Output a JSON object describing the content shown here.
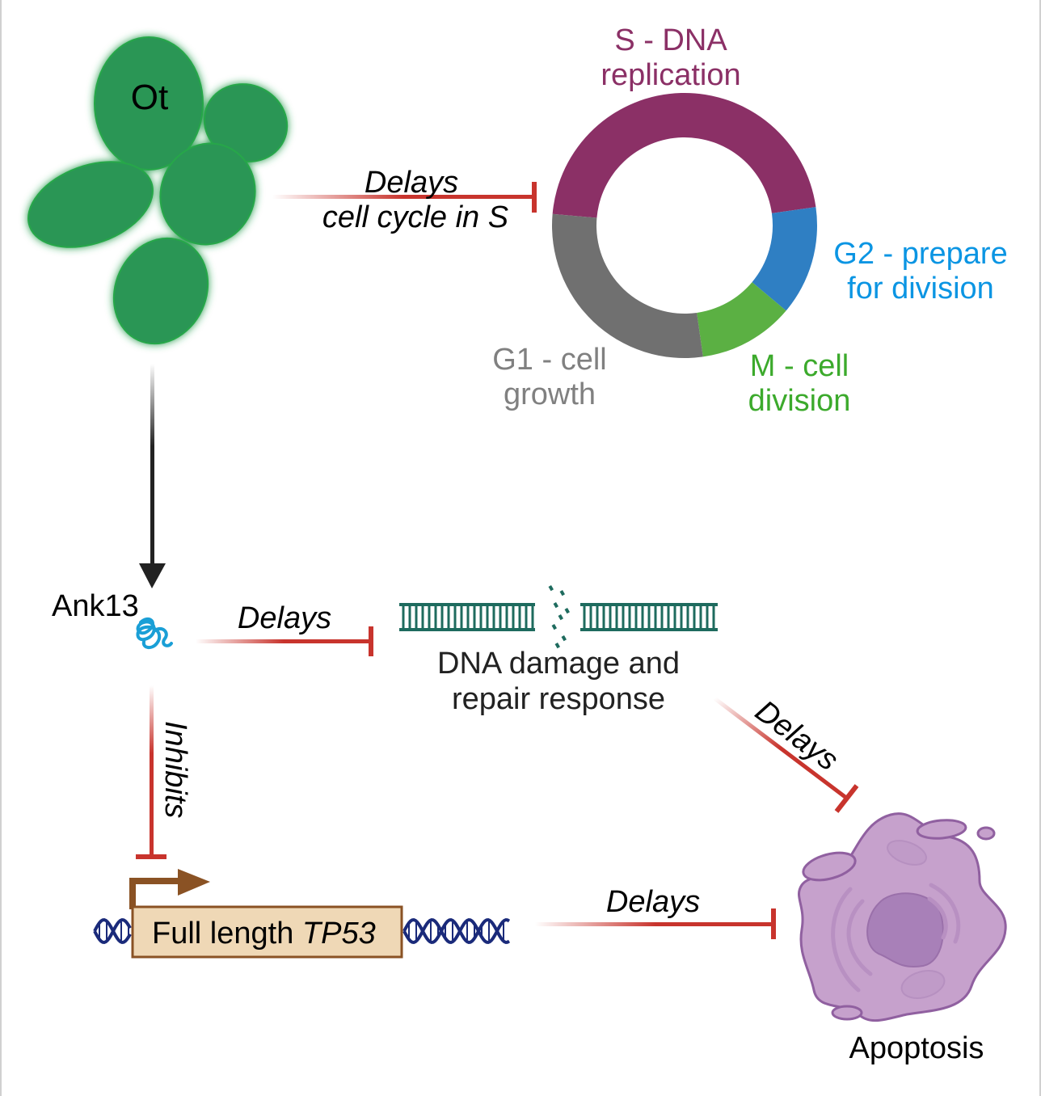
{
  "organism": {
    "label": "Ot",
    "color": "#2b9654"
  },
  "cell_cycle": {
    "phases": [
      {
        "id": "S",
        "line1": "S - DNA",
        "line2": "replication",
        "color": "#8b3066"
      },
      {
        "id": "G2",
        "line1": "G2 - prepare",
        "line2": "for division",
        "color": "#2f7fc3",
        "label_color": "#0b95e3"
      },
      {
        "id": "M",
        "line1": "M - cell",
        "line2": "division",
        "color": "#5bb043",
        "label_color": "#3caa2c"
      },
      {
        "id": "G1",
        "line1": "G1 - cell",
        "line2": "growth",
        "color": "#707070",
        "label_color": "#808080"
      }
    ]
  },
  "edges": {
    "ot_to_cycle": {
      "line1": "Delays",
      "line2": "cell cycle in S"
    },
    "ank_to_dna": {
      "label": "Delays"
    },
    "ank_to_tp53": {
      "label": "Inhibits"
    },
    "dna_to_apoptosis": {
      "label": "Delays"
    },
    "tp53_to_apoptosis": {
      "label": "Delays"
    },
    "inhibit_color": "#c8342d"
  },
  "nodes": {
    "ank13": {
      "label": "Ank13"
    },
    "dna_damage": {
      "line1": "DNA damage and",
      "line2": "repair response"
    },
    "tp53": {
      "prefix": "Full length ",
      "gene": "TP53"
    },
    "apoptosis": {
      "label": "Apoptosis"
    }
  }
}
